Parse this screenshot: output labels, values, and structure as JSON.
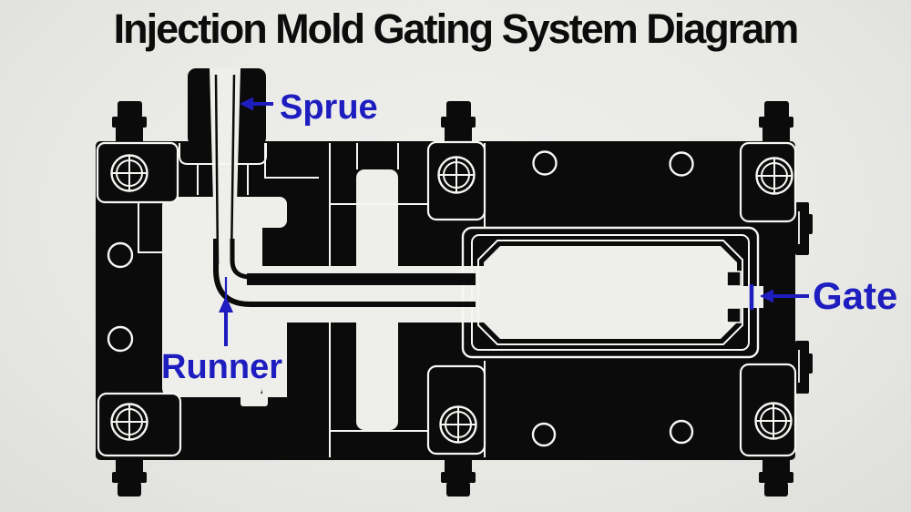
{
  "title": "Injection Mold Gating System Diagram",
  "diagram": {
    "type": "injection-mold-cross-section",
    "labels": {
      "sprue": "Sprue",
      "runner": "Runner",
      "gate": "Gate"
    },
    "colors": {
      "background": "#e9e9e6",
      "mold_body": "#0b0b0b",
      "outline_white": "#f6f6f3",
      "cavity_white": "#eeeeeb",
      "annotation_blue": "#1d1dc0",
      "title_text": "#0c0c0c"
    }
  }
}
